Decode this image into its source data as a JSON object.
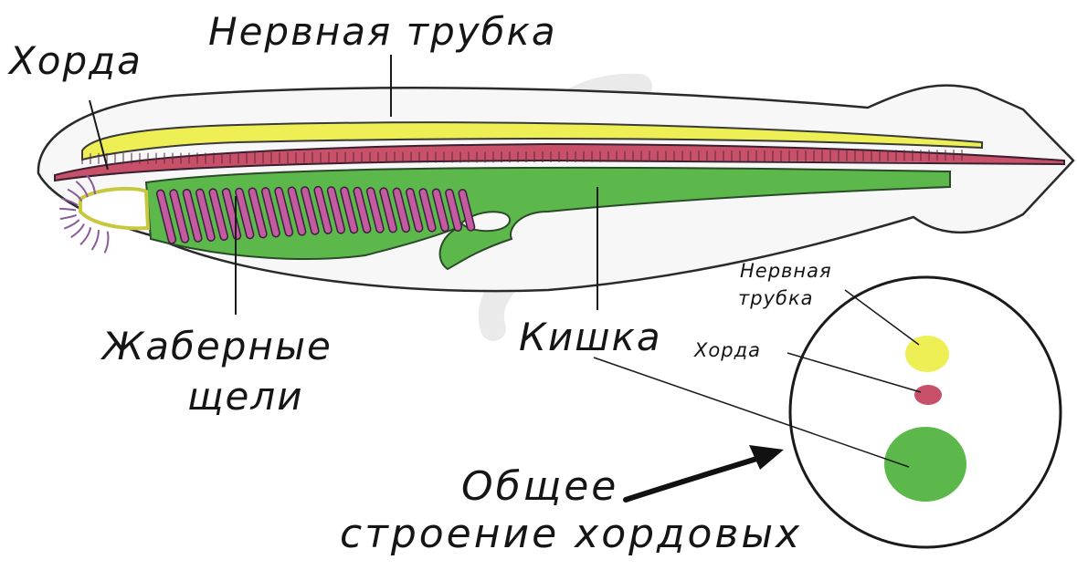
{
  "labels": {
    "notochord": "Хорда",
    "neural_tube": "Нервная трубка",
    "gill_slits_line1": "Жаберные",
    "gill_slits_line2": "щели",
    "gut": "Кишка",
    "section_neural_tube_line1": "Нервная",
    "section_neural_tube_line2": "трубка",
    "section_notochord": "Хорда",
    "caption_line1": "Общее",
    "caption_line2": "строение хордовых"
  },
  "colors": {
    "neural_tube": "#eeee55",
    "notochord": "#c85068",
    "gut": "#5cb84a",
    "gill_slits": "#c45aa0",
    "body_outline": "#2a2a2a",
    "body_fill": "#f7f7f7"
  }
}
